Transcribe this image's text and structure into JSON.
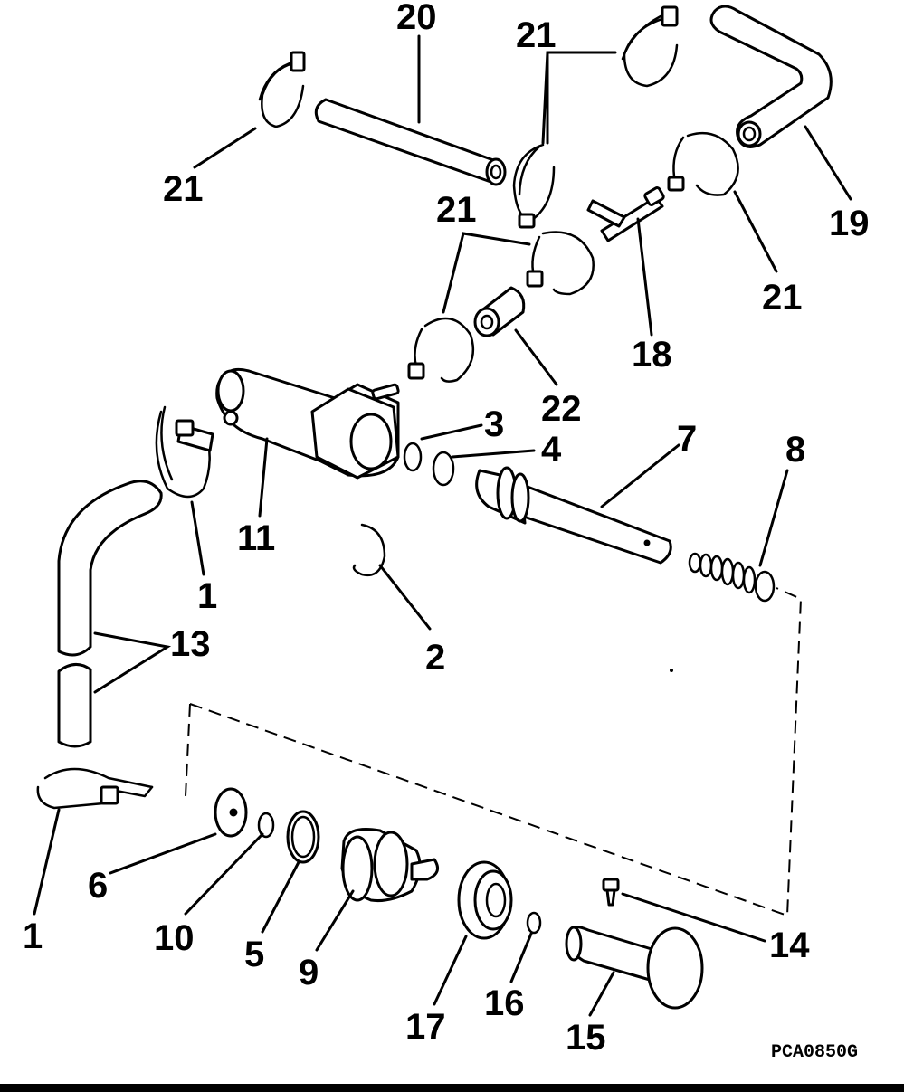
{
  "diagram": {
    "drawing_code": "PCA0850G",
    "callouts": {
      "c20": "20",
      "c21a": "21",
      "c21b": "21",
      "c21c": "21",
      "c21d": "21",
      "c19": "19",
      "c18": "18",
      "c22": "22",
      "c3": "3",
      "c4": "4",
      "c7": "7",
      "c8": "8",
      "c11": "11",
      "c1a": "1",
      "c13": "13",
      "c2": "2",
      "c1b": "1",
      "c6": "6",
      "c10": "10",
      "c5": "5",
      "c9": "9",
      "c17": "17",
      "c16": "16",
      "c15": "15",
      "c14": "14"
    }
  }
}
